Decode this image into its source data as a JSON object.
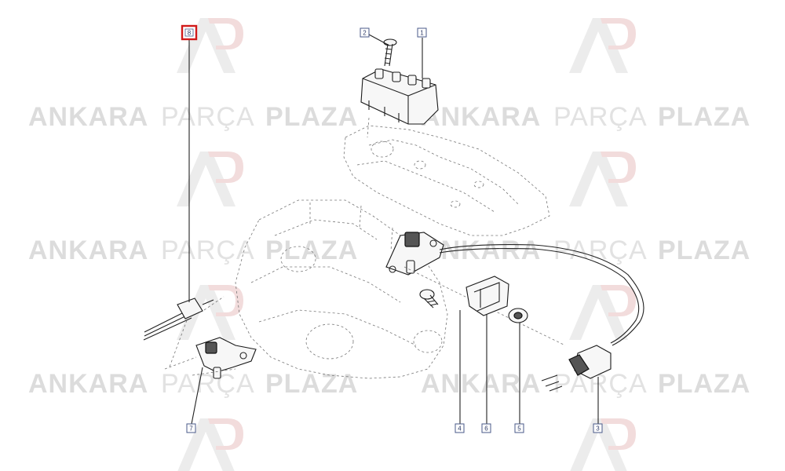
{
  "watermark": {
    "word1": "ANKARA",
    "word2": "PARÇA",
    "word3": "PLAZA",
    "accent": "#e6e6e6",
    "logo_color": "#ededed",
    "logo_accent": "#f3dede"
  },
  "callouts": [
    {
      "id": "c8",
      "label": "8",
      "highlight": true
    },
    {
      "id": "c2",
      "label": "2",
      "highlight": false
    },
    {
      "id": "c1",
      "label": "1",
      "highlight": false
    },
    {
      "id": "c7",
      "label": "7",
      "highlight": false
    },
    {
      "id": "c4",
      "label": "4",
      "highlight": false
    },
    {
      "id": "c6",
      "label": "6",
      "highlight": false
    },
    {
      "id": "c5",
      "label": "5",
      "highlight": false
    },
    {
      "id": "c3",
      "label": "3",
      "highlight": false
    }
  ],
  "colors": {
    "callout_border": "#4a5a8a",
    "highlight_border": "#d11a1a",
    "line": "#222222"
  }
}
